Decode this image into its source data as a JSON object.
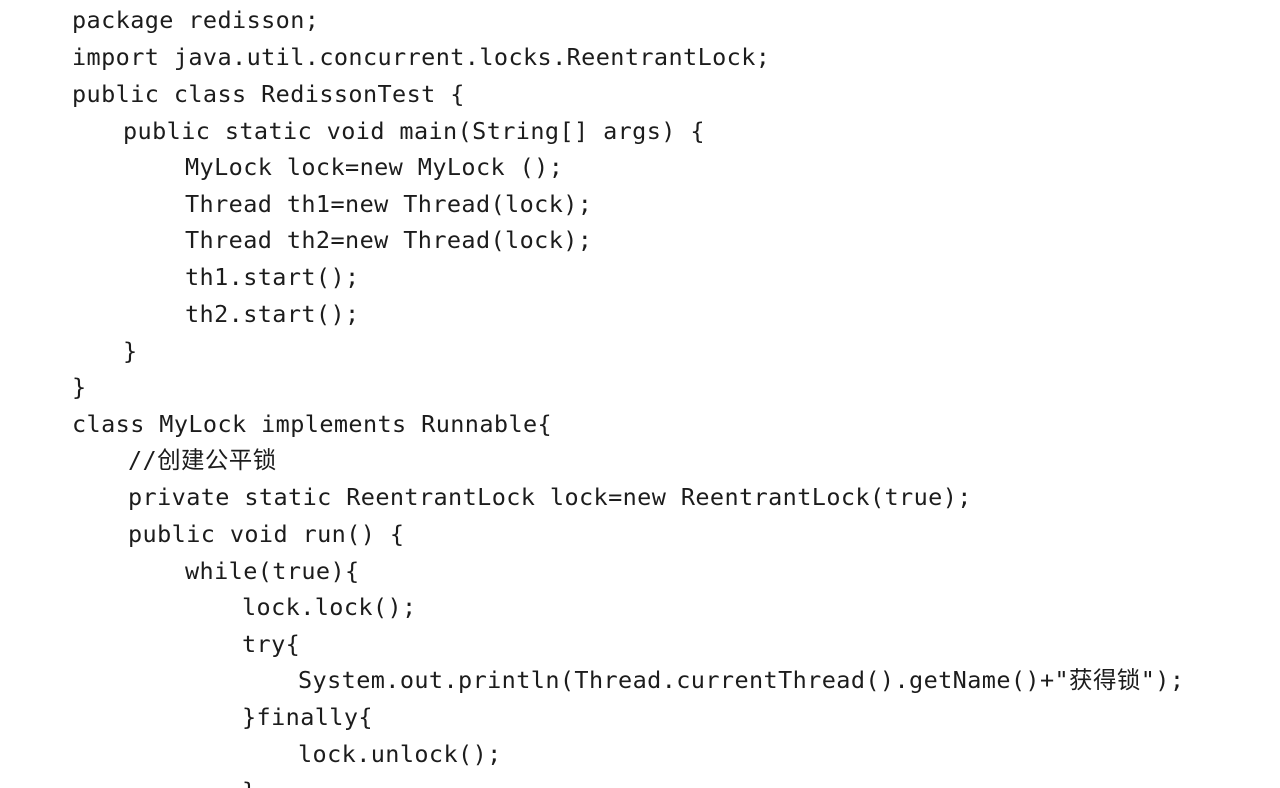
{
  "code": {
    "language": "java",
    "lines": [
      "package redisson;",
      "import java.util.concurrent.locks.ReentrantLock;",
      "public class RedissonTest {",
      "public static void main(String[] args) {",
      "MyLock lock=new MyLock ();",
      "Thread th1=new Thread(lock);",
      "Thread th2=new Thread(lock);",
      "th1.start();",
      "th2.start();",
      "}",
      "}",
      "class MyLock implements Runnable{",
      "//创建公平锁",
      "private static ReentrantLock lock=new ReentrantLock(true);",
      "public void run() {",
      "while(true){",
      "lock.lock();",
      "try{",
      "System.out.println(Thread.currentThread().getName()+\"获得锁\");",
      "}finally{",
      "lock.unlock();",
      "}"
    ]
  }
}
